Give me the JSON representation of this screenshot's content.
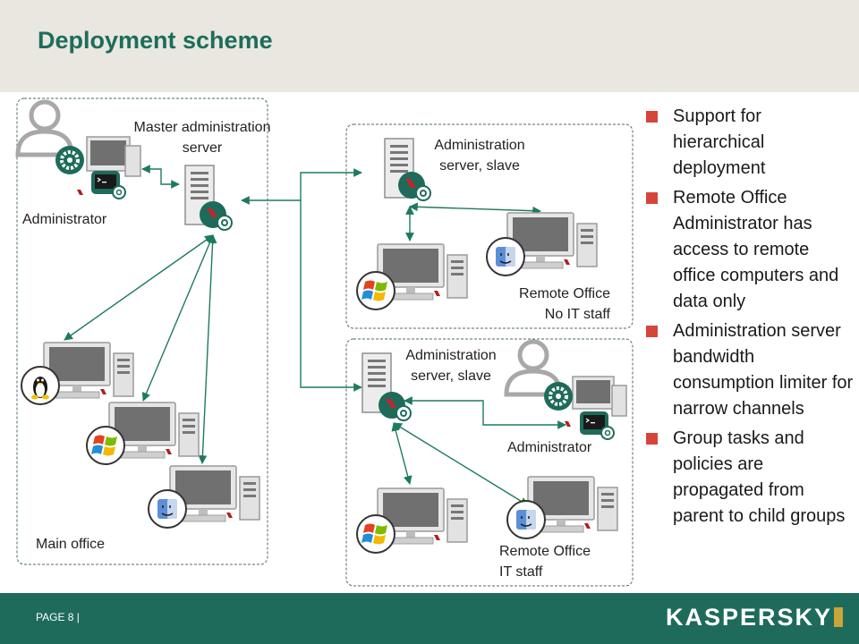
{
  "slide": {
    "title": "Deployment scheme"
  },
  "diagram": {
    "master_server_label_line1": "Master administration",
    "master_server_label_line2": "server",
    "administrator_main_label": "Administrator",
    "main_office_label": "Main office",
    "slave_server_1_label_line1": "Administration",
    "slave_server_1_label_line2": "server, slave",
    "remote_no_it_label_line1": "Remote Office",
    "remote_no_it_label_line2": "No IT staff",
    "slave_server_2_label_line1": "Administration",
    "slave_server_2_label_line2": "server, slave",
    "administrator_remote_label": "Administrator",
    "remote_it_label_line1": "Remote Office",
    "remote_it_label_line2": "IT staff"
  },
  "bullets": [
    "Support for hierarchical deployment",
    "Remote Office Administrator has access to remote office computers and data only",
    "Administration server bandwidth consumption limiter for narrow channels",
    "Group tasks and policies are propagated from parent to child groups"
  ],
  "footer": {
    "page_label": "PAGE 8  |",
    "logo_text": "KASPERSKY"
  },
  "colors": {
    "title": "#1d6d5b",
    "footer": "#1e6b5b",
    "header_bg": "#e9e7e0",
    "bullet": "#d6453a",
    "arrow": "#1e7a5e"
  }
}
